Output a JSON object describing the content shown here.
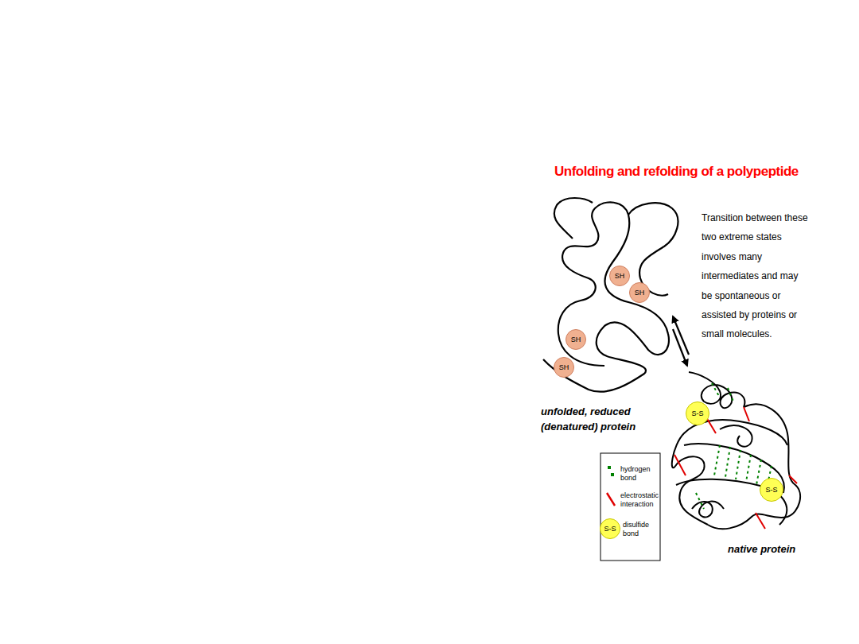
{
  "diagram": {
    "title": "Unfolding and refolding of a polypeptide",
    "nodes": [
      {
        "text": [
          "SH"
        ]
      },
      {
        "text": [
          "SH"
        ]
      },
      {
        "text": [
          "SH"
        ]
      },
      {
        "text": [
          "SH"
        ]
      },
      {
        "text": [
          "S-S"
        ]
      },
      {
        "text": [
          "S-S"
        ]
      },
      {
        "text": [
          "S-S"
        ]
      }
    ],
    "labels": [
      "Transition between these two extreme states involves many intermediates and may be spontaneous or assisted by proteins or small molecules.",
      "unfolded, reduced (denatured) protein",
      "native protein"
    ],
    "legend": [
      {
        "text": "hydrogen bond"
      },
      {
        "text": "electrostatic interaction"
      },
      {
        "text": "disulfide bond"
      }
    ]
  }
}
